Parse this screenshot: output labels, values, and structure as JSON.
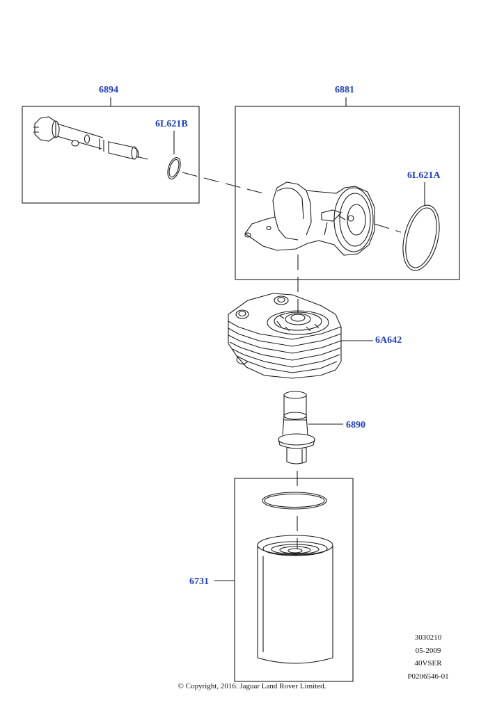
{
  "callouts": {
    "p6894": "6894",
    "p6L621B": "6L621B",
    "p6881": "6881",
    "p6L621A": "6L621A",
    "p6A642": "6A642",
    "p6890": "6890",
    "p6731": "6731"
  },
  "meta": [
    "3030210",
    "05-2009",
    "40VSER",
    "P0206546-01"
  ],
  "copyright": "© Copyright, 2016. Jaguar Land Rover Limited.",
  "colors": {
    "callout": "#1f3fbf",
    "line": "#1a1a1a"
  }
}
